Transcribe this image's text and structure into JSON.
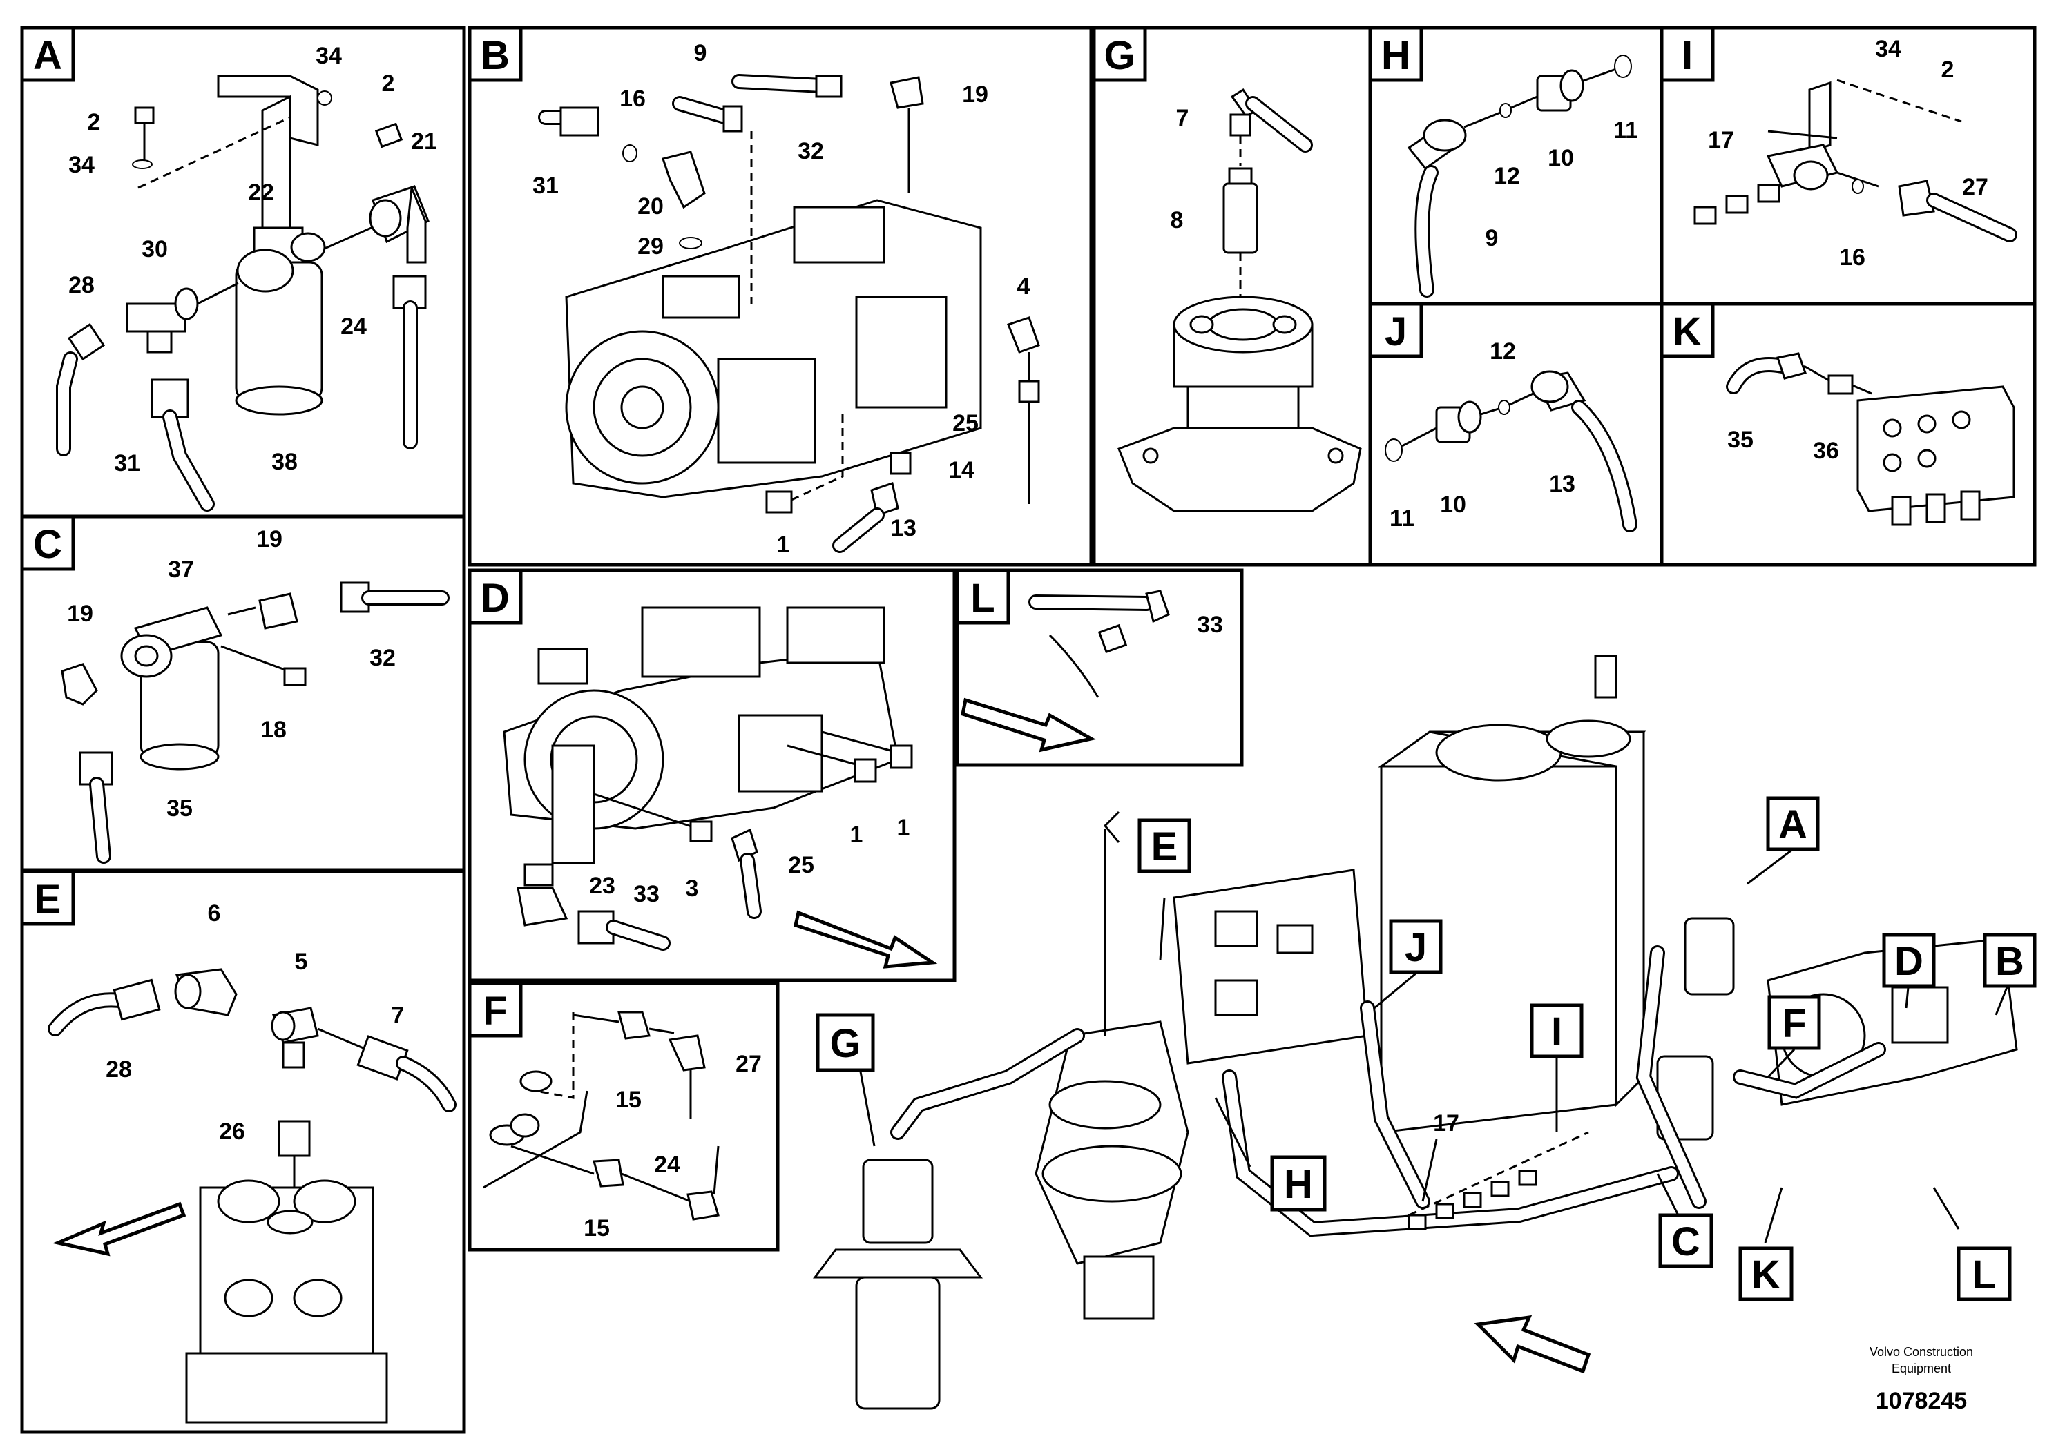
{
  "panels": [
    {
      "letter": "A",
      "callouts": [
        "34",
        "2",
        "2",
        "34",
        "21",
        "22",
        "30",
        "28",
        "24",
        "31",
        "38"
      ]
    },
    {
      "letter": "B",
      "callouts": [
        "9",
        "19",
        "16",
        "32",
        "31",
        "20",
        "29",
        "4",
        "25",
        "14",
        "13",
        "1"
      ]
    },
    {
      "letter": "C",
      "callouts": [
        "19",
        "37",
        "19",
        "32",
        "18",
        "35"
      ]
    },
    {
      "letter": "D",
      "callouts": [
        "1",
        "1",
        "23",
        "33",
        "3",
        "25"
      ]
    },
    {
      "letter": "E",
      "callouts": [
        "6",
        "5",
        "7",
        "28",
        "26"
      ]
    },
    {
      "letter": "F",
      "callouts": [
        "15",
        "27",
        "24",
        "15"
      ]
    },
    {
      "letter": "G",
      "callouts": [
        "7",
        "8"
      ]
    },
    {
      "letter": "H",
      "callouts": [
        "11",
        "12",
        "10",
        "9"
      ]
    },
    {
      "letter": "I",
      "callouts": [
        "34",
        "2",
        "17",
        "27",
        "16"
      ]
    },
    {
      "letter": "J",
      "callouts": [
        "12",
        "11",
        "10",
        "13"
      ]
    },
    {
      "letter": "K",
      "callouts": [
        "35",
        "36"
      ]
    },
    {
      "letter": "L",
      "callouts": [
        "33"
      ]
    }
  ],
  "overview_tags": [
    "E",
    "A",
    "J",
    "F",
    "D",
    "B",
    "G",
    "I",
    "H",
    "C",
    "K",
    "L"
  ],
  "overview_callouts": [
    "17"
  ],
  "footer": {
    "company_line1": "Volvo Construction",
    "company_line2": "Equipment",
    "drawing_number": "1078245"
  },
  "colors": {
    "ink": "#000000",
    "paper": "#ffffff"
  }
}
